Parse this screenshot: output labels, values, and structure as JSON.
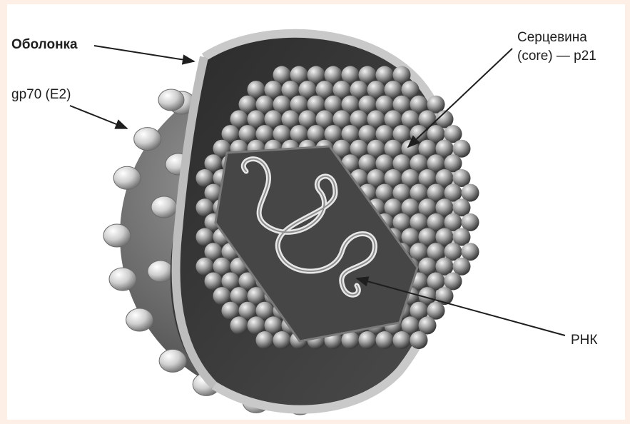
{
  "labels": {
    "envelope": "Оболонка",
    "glycoprotein": "gp70 (E2)",
    "core_line1": "Серцевина",
    "core_line2": "(core) — p21",
    "rna": "РНК"
  },
  "colors": {
    "background": "#fdeee6",
    "panel": "#ffffff",
    "envelope_rim": "#bdbdbd",
    "envelope_shell": "#6b6b6b",
    "envelope_inside": "#3d3d3d",
    "capsomere": "#8a8a8a",
    "rna_plate": "#4a4a4a",
    "rna_strand": "#e6e6e6",
    "text": "#1e1e1e"
  }
}
